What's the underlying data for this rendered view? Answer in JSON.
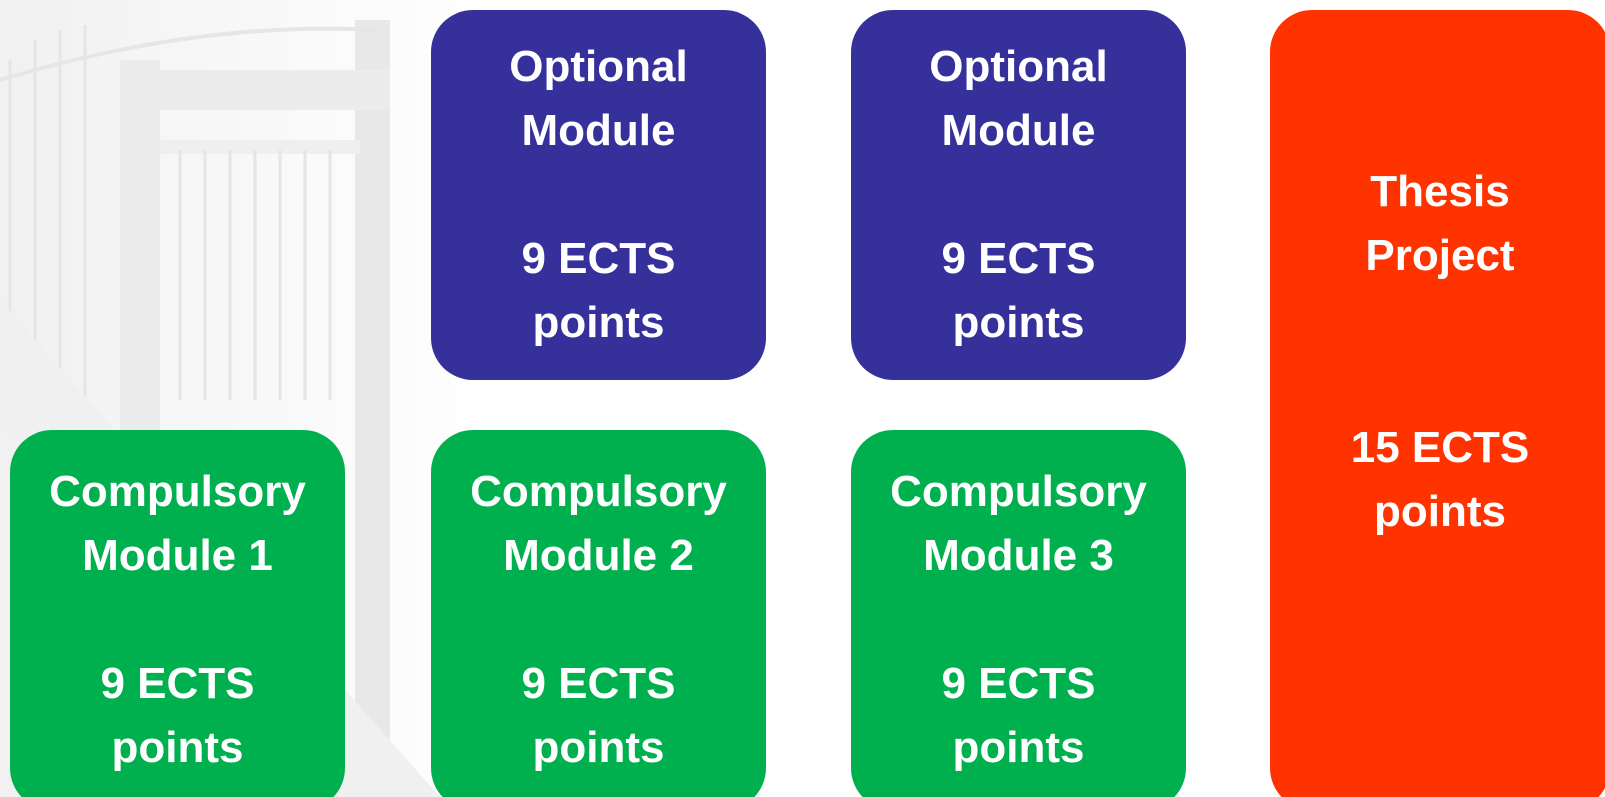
{
  "colors": {
    "optional": "#36319a",
    "compulsory": "#00b04f",
    "thesis": "#ff3300"
  },
  "optional_modules": [
    {
      "title_line1": "Optional",
      "title_line2": "Module",
      "points_line1": "9 ECTS",
      "points_line2": "points"
    },
    {
      "title_line1": "Optional",
      "title_line2": "Module",
      "points_line1": "9 ECTS",
      "points_line2": "points"
    }
  ],
  "compulsory_modules": [
    {
      "title_line1": "Compulsory",
      "title_line2": "Module 1",
      "points_line1": "9 ECTS",
      "points_line2": "points"
    },
    {
      "title_line1": "Compulsory",
      "title_line2": "Module 2",
      "points_line1": "9 ECTS",
      "points_line2": "points"
    },
    {
      "title_line1": "Compulsory",
      "title_line2": "Module 3",
      "points_line1": "9 ECTS",
      "points_line2": "points"
    }
  ],
  "thesis": {
    "title_line1": "Thesis",
    "title_line2": "Project",
    "points_line1": "15 ECTS",
    "points_line2": "points"
  }
}
